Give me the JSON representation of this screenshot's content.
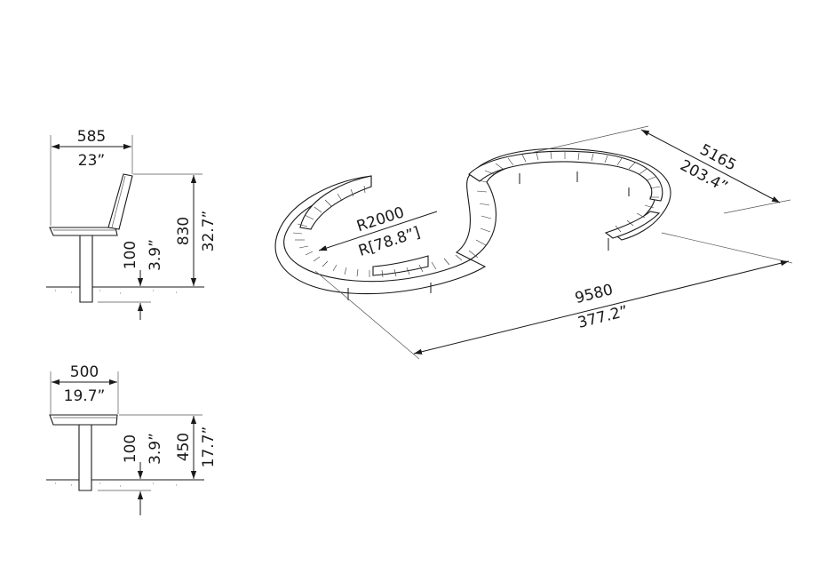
{
  "backrest_section": {
    "width_mm": "585",
    "width_in": "23”",
    "height_mm": "830",
    "height_in": "32.7”",
    "depth_mm": "100",
    "depth_in": "3.9”"
  },
  "seat_section": {
    "width_mm": "500",
    "width_in": "19.7”",
    "height_mm": "450",
    "height_in": "17.7”",
    "depth_mm": "100",
    "depth_in": "3.9”"
  },
  "plan_view": {
    "radius_mm": "R2000",
    "radius_in": "R[78.8”]",
    "width_mm": "5165",
    "width_in": "203.4”",
    "length_mm": "9580",
    "length_in": "377.2”"
  }
}
